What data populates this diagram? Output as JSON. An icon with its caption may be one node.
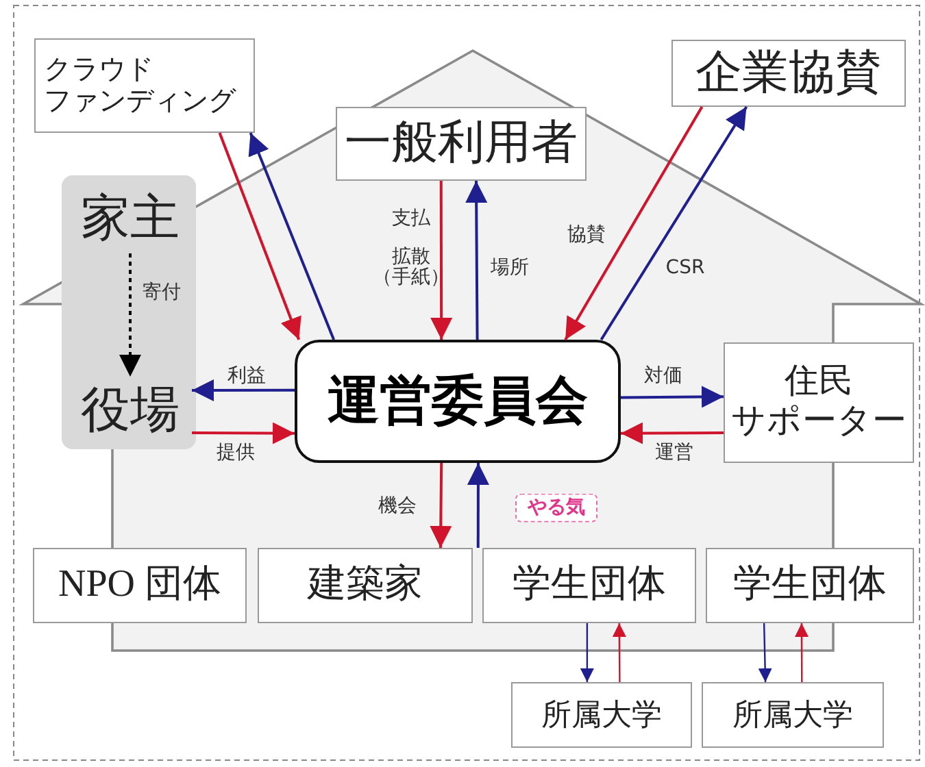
{
  "diagram": {
    "nodes": [
      {
        "text": [
          "クラウドファンディング"
        ]
      },
      {
        "text": [
          "一般利用者"
        ]
      },
      {
        "text": [
          "企業協賛"
        ]
      },
      {
        "text": [],
        "shape": "box"
      },
      {
        "text": [
          "家主"
        ],
        "in": 3
      },
      {
        "text": [
          "役場"
        ],
        "in": 3
      },
      {
        "text": [
          "運営委員会"
        ]
      },
      {
        "text": [
          "住民サポーター"
        ]
      },
      {
        "text": [
          "NPO 団体"
        ]
      },
      {
        "text": [
          "建築家"
        ]
      },
      {
        "text": [
          "学生団体"
        ]
      },
      {
        "text": [
          "学生団体"
        ]
      },
      {
        "text": [
          "所属大学"
        ]
      },
      {
        "text": [
          "所属大学"
        ]
      }
    ],
    "edges": [
      {
        "from": 0,
        "to": 6,
        "arrow": "to",
        "color": "#d0142c"
      },
      {
        "from": 6,
        "to": 0,
        "arrow": "to",
        "color": "#1f1f8f"
      },
      {
        "from": 1,
        "to": 6,
        "arrow": "to",
        "label": "支払",
        "color": "#d0142c"
      },
      {
        "from": 6,
        "to": 1,
        "arrow": "to",
        "label": "場所",
        "color": "#1f1f8f"
      },
      {
        "from": 2,
        "to": 6,
        "arrow": "to",
        "label": "協賛",
        "color": "#d0142c"
      },
      {
        "from": 6,
        "to": 2,
        "arrow": "to",
        "label": "CSR",
        "color": "#1f1f8f"
      },
      {
        "from": 4,
        "to": 5,
        "arrow": "to",
        "label": "寄付",
        "style": "dashed",
        "color": "#000000"
      },
      {
        "from": 6,
        "to": 5,
        "arrow": "to",
        "label": "利益",
        "color": "#1f1f8f"
      },
      {
        "from": 5,
        "to": 6,
        "arrow": "to",
        "label": "提供",
        "color": "#d0142c"
      },
      {
        "from": 6,
        "to": 7,
        "arrow": "to",
        "label": "対価",
        "color": "#1f1f8f"
      },
      {
        "from": 7,
        "to": 6,
        "arrow": "to",
        "label": "運営",
        "color": "#d0142c"
      },
      {
        "from": 6,
        "to": 9,
        "arrow": "to",
        "label": "機会",
        "color": "#d0142c"
      },
      {
        "from": 10,
        "to": 6,
        "arrow": "to",
        "label": "やる気",
        "color": "#1f1f8f"
      },
      {
        "from": 10,
        "to": 12,
        "arrow": "to",
        "color": "#1f1f8f"
      },
      {
        "from": 12,
        "to": 10,
        "arrow": "to",
        "color": "#d0142c"
      },
      {
        "from": 11,
        "to": 13,
        "arrow": "to",
        "color": "#1f1f8f"
      },
      {
        "from": 13,
        "to": 11,
        "arrow": "to",
        "color": "#d0142c"
      }
    ],
    "labels": [
      "拡散（手紙）"
    ]
  }
}
